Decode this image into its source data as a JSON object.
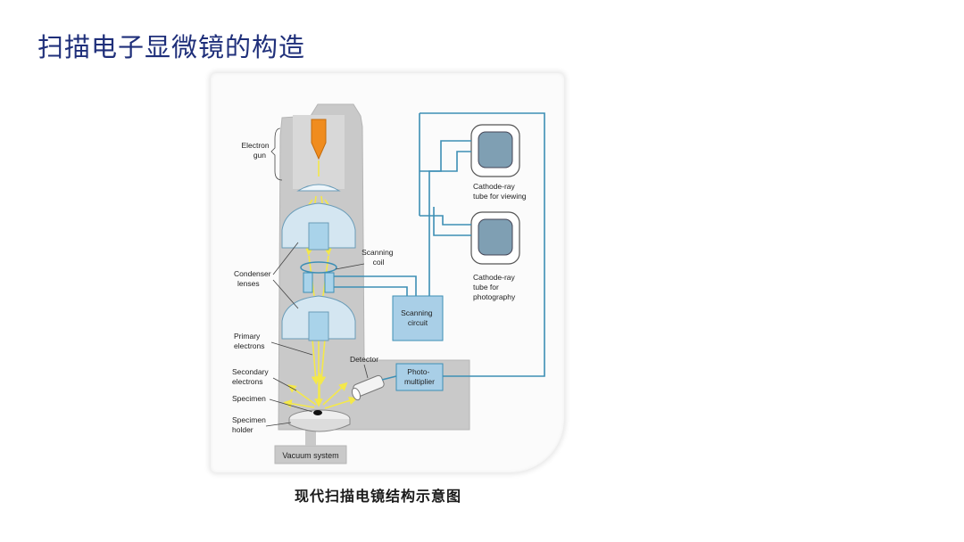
{
  "slide": {
    "title": "扫描电子显微镜的构造"
  },
  "figure": {
    "caption": "现代扫描电镜结构示意图",
    "labels": {
      "electron_gun": [
        "Electron",
        "gun"
      ],
      "condenser_lenses": [
        "Condenser",
        "lenses"
      ],
      "scanning_coil": [
        "Scanning",
        "coil"
      ],
      "scanning_circuit": [
        "Scanning",
        "circuit"
      ],
      "primary_electrons": [
        "Primary",
        "electrons"
      ],
      "secondary_electrons": [
        "Secondary",
        "electrons"
      ],
      "specimen": [
        "Specimen"
      ],
      "specimen_holder": [
        "Specimen",
        "holder"
      ],
      "detector": [
        "Detector"
      ],
      "photomultiplier": [
        "Photo-",
        "multiplier"
      ],
      "vacuum_system": [
        "Vacuum system"
      ],
      "crt_viewing": [
        "Cathode-ray",
        "tube for viewing"
      ],
      "crt_photography": [
        "Cathode-ray",
        "tube for",
        "photography"
      ]
    },
    "colors": {
      "column": "#c9c9c9",
      "wire": "#3d8fb5",
      "lens": "#a9d3ea",
      "box": "#a9cfe7",
      "gun": "#f08c1e",
      "beam": "#f4e84a"
    }
  }
}
